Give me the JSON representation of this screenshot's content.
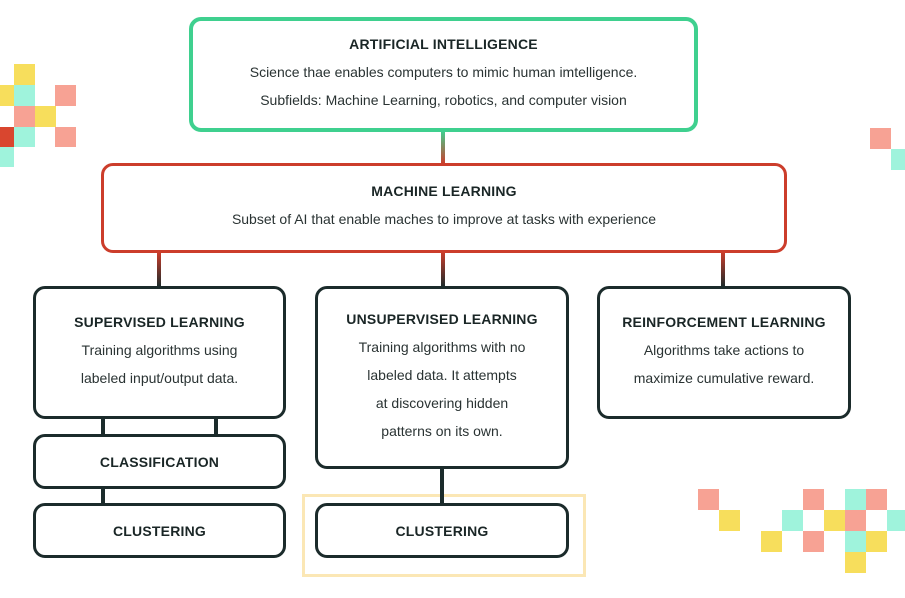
{
  "ai": {
    "title": "ARTIFICIAL INTELLIGENCE",
    "line1": "Science thae enables computers to mimic human imtelligence.",
    "line2": "Subfields: Machine Learning, robotics, and computer vision"
  },
  "ml": {
    "title": "MACHINE LEARNING",
    "line1": "Subset of AI that enable maches to improve at tasks with experience"
  },
  "supervised": {
    "title": "SUPERVISED LEARNING",
    "lines": [
      "Training algorithms using",
      "labeled input/output data."
    ]
  },
  "unsupervised": {
    "title": "UNSUPERVISED LEARNING",
    "lines": [
      "Training algorithms with no",
      "labeled data. It attempts",
      "at discovering hidden",
      "patterns on its own."
    ]
  },
  "reinforcement": {
    "title": "REINFORCEMENT LEARNING",
    "lines": [
      "Algorithms take actions to",
      "maximize cumulative reward."
    ]
  },
  "classification": {
    "label": "CLASSIFICATION"
  },
  "clustering_left": {
    "label": "CLUSTERING"
  },
  "clustering_mid": {
    "label": "CLUSTERING"
  },
  "colors": {
    "green": "#3fd08f",
    "red": "#cc3d2b",
    "dark": "#1b2b2b",
    "highlight": "#fbe7b5",
    "pixel_yellow": "#f7de5c",
    "pixel_teal": "#9ff3dc",
    "pixel_salmon": "#f7a294",
    "pixel_red": "#d9462f"
  }
}
